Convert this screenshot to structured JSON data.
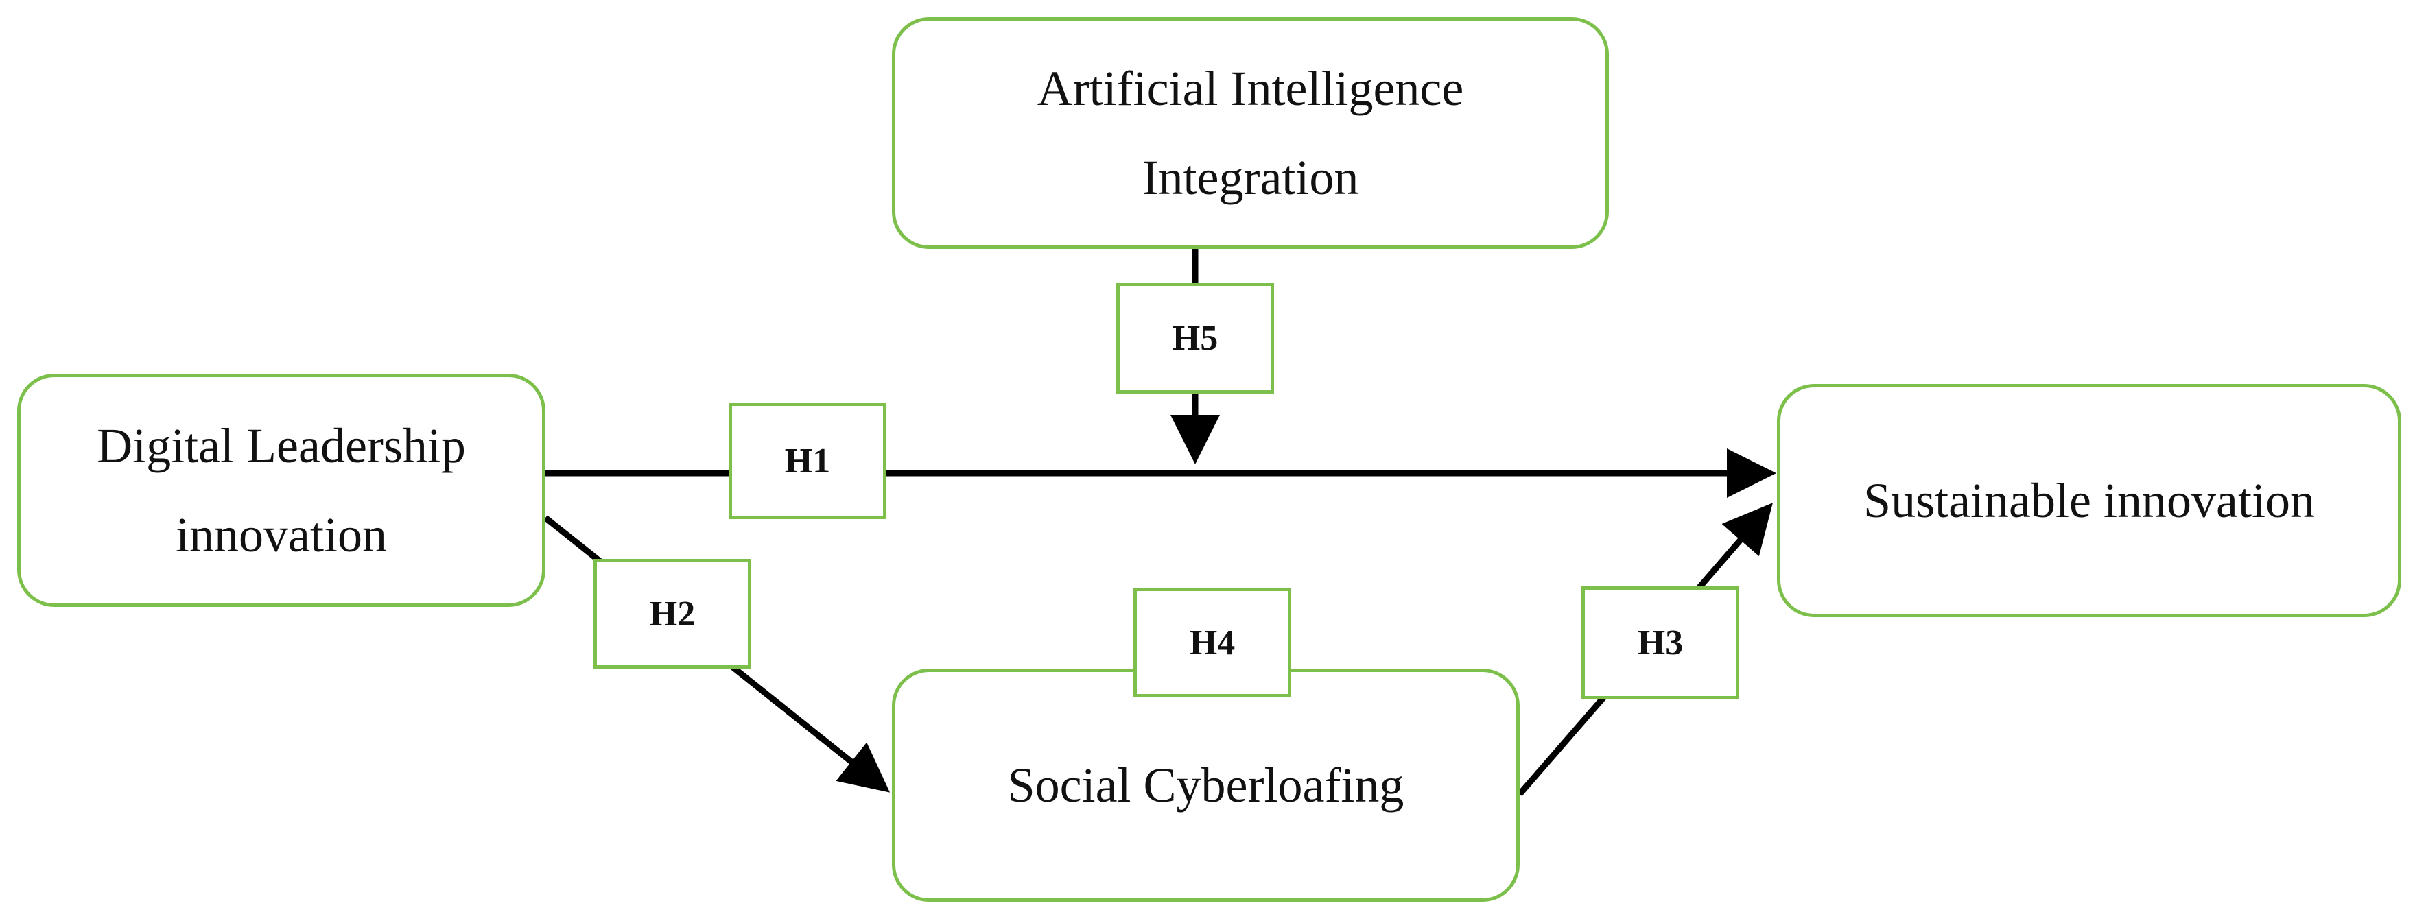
{
  "diagram": {
    "nodes": {
      "ai_integration": {
        "line1": "Artificial Intelligence",
        "line2": "Integration"
      },
      "digital_leadership": {
        "line1": "Digital Leadership",
        "line2": "innovation"
      },
      "sustainable_innovation": {
        "label": "Sustainable innovation"
      },
      "social_cyberloafing": {
        "label": "Social Cyberloafing"
      }
    },
    "hypotheses": {
      "h1": "H1",
      "h2": "H2",
      "h3": "H3",
      "h4": "H4",
      "h5": "H5"
    },
    "colors": {
      "border": "#7cc04b",
      "arrow": "#000000",
      "text": "#111111"
    }
  }
}
